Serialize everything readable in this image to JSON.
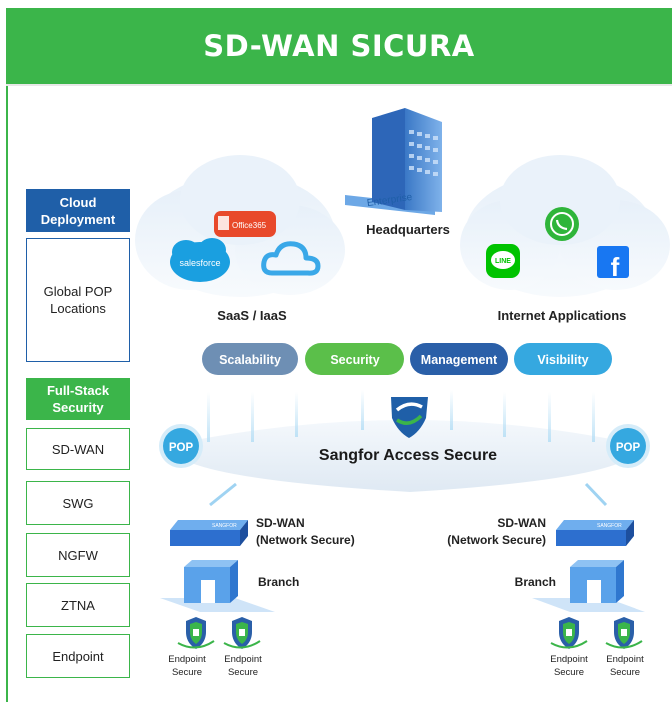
{
  "title": "SD-WAN SICURA",
  "sidebar": {
    "cloud_header": "Cloud Deployment",
    "cloud_items": [
      "Global POP Locations"
    ],
    "security_header": "Full-Stack Security",
    "security_items": [
      "SD-WAN",
      "SWG",
      "NGFW",
      "ZTNA",
      "Endpoint"
    ]
  },
  "headquarters": {
    "label": "Headquarters",
    "building_sign": "Enterprise"
  },
  "saas": {
    "label": "SaaS / IaaS",
    "apps": [
      "Office365",
      "salesforce"
    ]
  },
  "internet": {
    "label": "Internet Applications",
    "apps": [
      "LINE",
      "f"
    ]
  },
  "capabilities": [
    {
      "label": "Scalability",
      "color": "#6e8fb4"
    },
    {
      "label": "Security",
      "color": "#5bbf4a"
    },
    {
      "label": "Management",
      "color": "#2a5fa8"
    },
    {
      "label": "Visibility",
      "color": "#35a8e0"
    }
  ],
  "core": {
    "label": "Sangfor Access Secure",
    "pop_left": "POP",
    "pop_right": "POP"
  },
  "branches": {
    "sdwan_label_line1": "SD-WAN",
    "sdwan_label_line2": "(Network Secure)",
    "device_brand": "SANGFOR",
    "branch_label": "Branch",
    "endpoint_line1": "Endpoint",
    "endpoint_line2": "Secure"
  },
  "colors": {
    "green": "#3bb54a",
    "blue": "#1f5fa8",
    "pop": "#35a8e0"
  }
}
